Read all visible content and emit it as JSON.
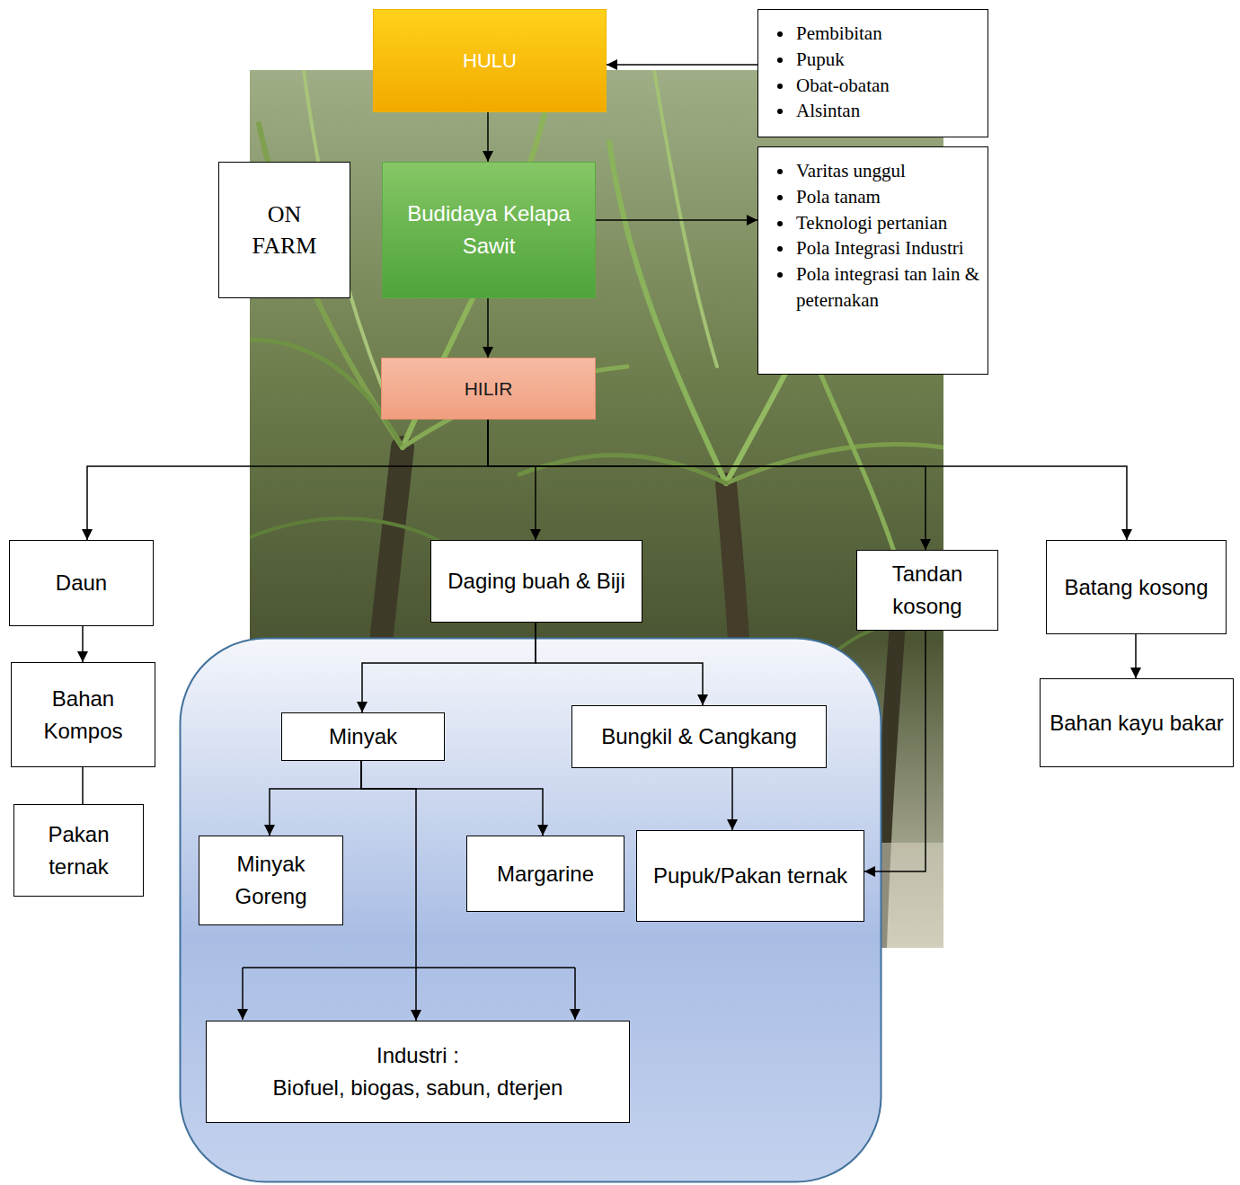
{
  "diagram": {
    "nodes": [
      {
        "text": [
          "HULU"
        ]
      },
      {
        "text": [
          "Pembibitan",
          "Pupuk",
          "Obat-obatan",
          "Alsintan"
        ]
      },
      {
        "text": [
          "ON FARM"
        ]
      },
      {
        "text": [
          "Budidaya Kelapa Sawit"
        ]
      },
      {
        "text": [
          "Varitas unggul",
          "Pola tanam",
          "Teknologi pertanian",
          "Pola Integrasi Industri",
          "Pola integrasi tan lain & peternakan"
        ]
      },
      {
        "text": [
          "HILIR"
        ]
      },
      {
        "text": [
          "Daun"
        ]
      },
      {
        "text": [
          "Daging buah & Biji"
        ]
      },
      {
        "text": [
          "Tandan kosong"
        ]
      },
      {
        "text": [
          "Batang kosong"
        ]
      },
      {
        "text": [
          "Bahan Kompos"
        ]
      },
      {
        "text": [
          "Minyak"
        ]
      },
      {
        "text": [
          "Bungkil & Cangkang"
        ]
      },
      {
        "text": [
          "Bahan kayu bakar"
        ]
      },
      {
        "text": [
          "Pakan ternak"
        ]
      },
      {
        "text": [
          "Minyak Goreng"
        ]
      },
      {
        "text": [
          "Margarine"
        ]
      },
      {
        "text": [
          "Pupuk/Pakan ternak"
        ]
      },
      {
        "text": [
          "Industri :",
          "Biofuel, biogas, sabun, dterjen"
        ]
      }
    ],
    "edges": [
      {
        "from": 1,
        "to": 0,
        "arrow": "to"
      },
      {
        "from": 0,
        "to": 3,
        "arrow": "to"
      },
      {
        "from": 3,
        "to": 4,
        "arrow": "to"
      },
      {
        "from": 3,
        "to": 5,
        "arrow": "to"
      },
      {
        "from": 5,
        "to": 6,
        "arrow": "to"
      },
      {
        "from": 5,
        "to": 7,
        "arrow": "to"
      },
      {
        "from": 5,
        "to": 8,
        "arrow": "to"
      },
      {
        "from": 5,
        "to": 9,
        "arrow": "to"
      },
      {
        "from": 6,
        "to": 10,
        "arrow": "to"
      },
      {
        "from": 10,
        "to": 14,
        "arrow": "none"
      },
      {
        "from": 7,
        "to": 11,
        "arrow": "to"
      },
      {
        "from": 7,
        "to": 12,
        "arrow": "to"
      },
      {
        "from": 11,
        "to": 15,
        "arrow": "to"
      },
      {
        "from": 11,
        "to": 16,
        "arrow": "to"
      },
      {
        "from": 11,
        "to": 18,
        "arrow": "to"
      },
      {
        "from": 12,
        "to": 17,
        "arrow": "to"
      },
      {
        "from": 8,
        "to": 17,
        "arrow": "to"
      },
      {
        "from": 9,
        "to": 13,
        "arrow": "to"
      }
    ]
  }
}
